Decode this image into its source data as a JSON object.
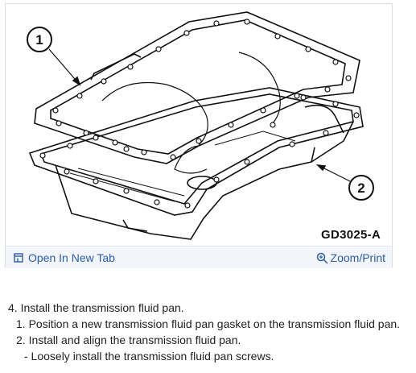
{
  "figure": {
    "callout_1": "1",
    "callout_2": "2",
    "figure_code": "GD3025-A",
    "open_tab_label": "Open In New Tab",
    "zoom_label": "Zoom/Print",
    "open_tab_icon": "open-in-new-tab-icon",
    "zoom_icon": "magnifier-zoom-icon"
  },
  "instructions": {
    "step_4": "4. Install the transmission fluid pan.",
    "substep_1": "1. Position a new transmission fluid pan gasket on the transmission fluid pan.",
    "substep_2": "2. Install and align the transmission fluid pan.",
    "bullet_1": "- Loosely install the transmission fluid pan screws."
  },
  "colors": {
    "link": "#2a5db0",
    "footer_bg": "#f2f5fa"
  }
}
